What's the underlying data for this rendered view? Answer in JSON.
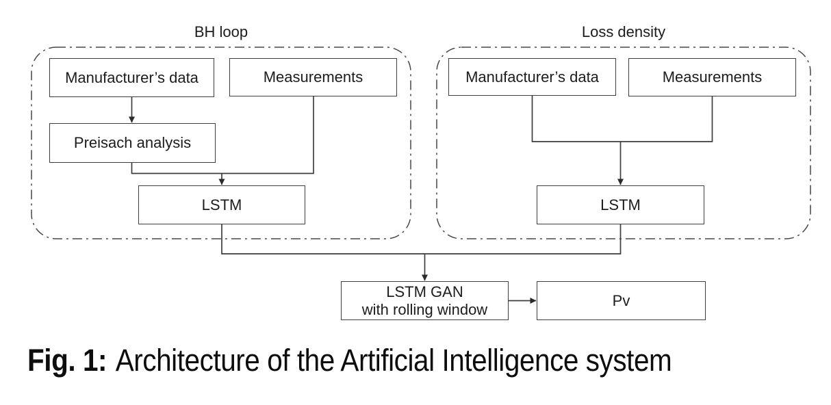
{
  "diagram": {
    "bh_loop": {
      "title": "BH loop",
      "manufacturers_data": "Manufacturer’s data",
      "measurements": "Measurements",
      "preisach_analysis": "Preisach analysis",
      "lstm": "LSTM"
    },
    "loss_density": {
      "title": "Loss density",
      "manufacturers_data": "Manufacturer’s data",
      "measurements": "Measurements",
      "lstm": "LSTM"
    },
    "lstm_gan": {
      "line1": "LSTM GAN",
      "line2": "with rolling window"
    },
    "pv": "Pv"
  },
  "caption": {
    "label": "Fig. 1:",
    "text": "Architecture of the Artificial Intelligence system"
  },
  "colors": {
    "background": "#ffffff",
    "ink": "#1c1c1c",
    "line": "#3d3d3d"
  }
}
